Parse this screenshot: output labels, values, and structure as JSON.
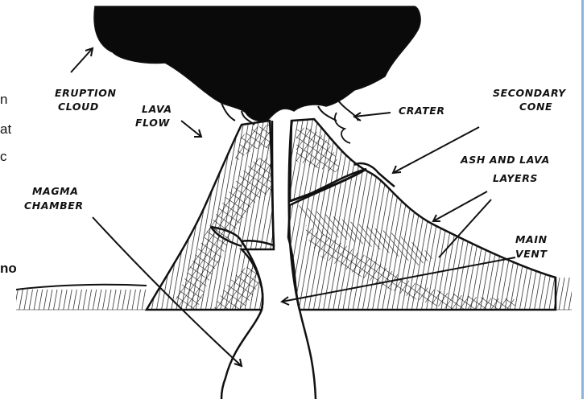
{
  "left_text": {
    "line1": "n",
    "line2": "at",
    "line3": "c",
    "line4": "no"
  },
  "labels": {
    "eruption_cloud": [
      "ERUPTION",
      "CLOUD"
    ],
    "lava_flow": [
      "LAVA",
      "FLOW"
    ],
    "crater": "CRATER",
    "secondary_cone": [
      "SECONDARY",
      "CONE"
    ],
    "ash_and_lava_layers": [
      "ASH AND LAVA",
      "LAYERS"
    ],
    "magma_chamber": [
      "MAGMA",
      "CHAMBER"
    ],
    "main_vent": [
      "MAIN",
      "VENT"
    ]
  },
  "colors": {
    "ink": "#111111",
    "background": "#ffffff",
    "edge": "#8fb3dd"
  }
}
